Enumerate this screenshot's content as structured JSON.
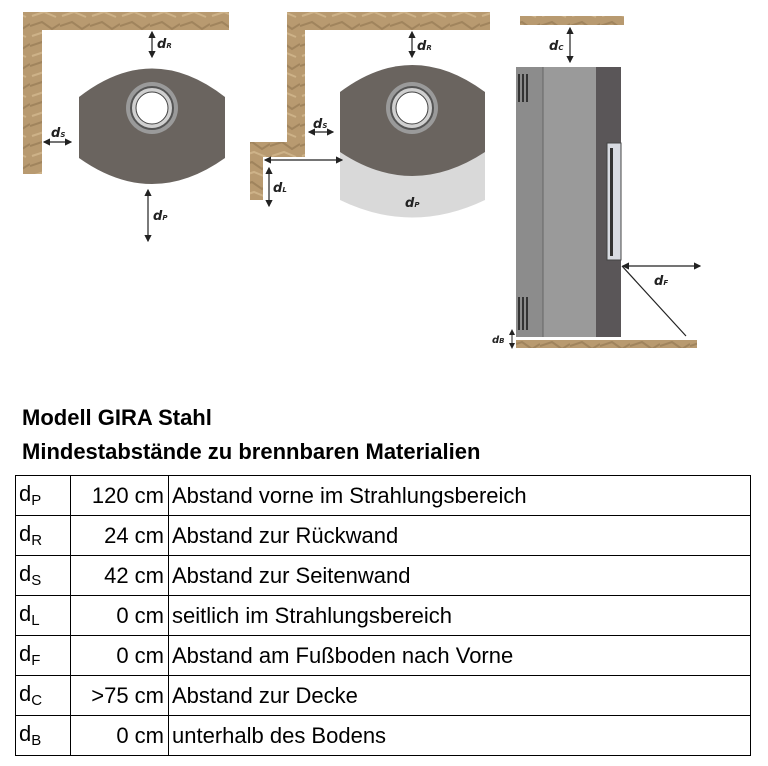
{
  "diagrams": {
    "labels": {
      "dR1": {
        "d": "d",
        "sub": "R"
      },
      "dS1": {
        "d": "d",
        "sub": "S"
      },
      "dP1": {
        "d": "d",
        "sub": "P"
      },
      "dR2": {
        "d": "d",
        "sub": "R"
      },
      "dS2": {
        "d": "d",
        "sub": "S"
      },
      "dL2": {
        "d": "d",
        "sub": "L"
      },
      "dP2": {
        "d": "d",
        "sub": "P"
      },
      "dC3": {
        "d": "d",
        "sub": "C"
      },
      "dF3": {
        "d": "d",
        "sub": "F"
      },
      "dB3": {
        "d": "d",
        "sub": "B"
      }
    },
    "colors": {
      "wall": "#b89a70",
      "stove": "#6a645f",
      "radiation_zone": "#d9d9d9"
    }
  },
  "heading": {
    "model": "Modell GIRA Stahl",
    "subtitle": "Mindestabstände zu brennbaren Materialien"
  },
  "table": {
    "rows": [
      {
        "d": "d",
        "sub": "P",
        "value": "120 cm",
        "desc": "Abstand vorne im Strahlungsbereich"
      },
      {
        "d": "d",
        "sub": "R",
        "value": "24 cm",
        "desc": "Abstand zur Rückwand"
      },
      {
        "d": "d",
        "sub": "S",
        "value": "42 cm",
        "desc": "Abstand zur Seitenwand"
      },
      {
        "d": "d",
        "sub": "L",
        "value": "0 cm",
        "desc": "seitlich im Strahlungsbereich"
      },
      {
        "d": "d",
        "sub": "F",
        "value": "0 cm",
        "desc": "Abstand am Fußboden nach Vorne"
      },
      {
        "d": "d",
        "sub": "C",
        "value": ">75 cm",
        "desc": "Abstand zur Decke"
      },
      {
        "d": "d",
        "sub": "B",
        "value": "0 cm",
        "desc": "unterhalb des Bodens"
      }
    ]
  }
}
